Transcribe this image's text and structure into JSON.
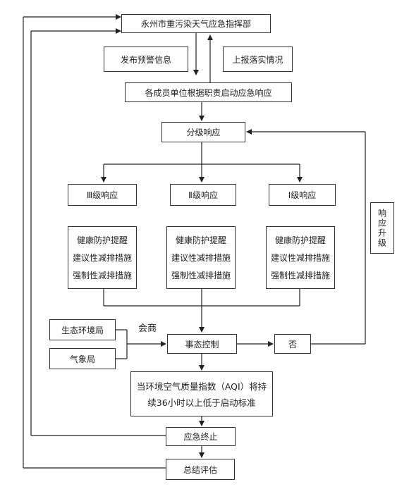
{
  "nodes": {
    "hq": "永州市重污染天气应急指挥部",
    "warning": "发布预警信息",
    "report": "上报落实情况",
    "units": "各成员单位根据职责启动应急响应",
    "grading": "分级响应",
    "level3": "Ⅲ级响应",
    "level2": "Ⅱ级响应",
    "level1": "Ⅰ级响应",
    "measures": [
      "健康防护提醒",
      "建议性减排措施",
      "强制性减排措施"
    ],
    "upgrade": "响应升级",
    "eco": "生态环境局",
    "weather": "气象局",
    "consult": "会商",
    "control": "事态控制",
    "no": "否",
    "condition": [
      "当环境空气质量指数（AQI）将持",
      "续36小时以上低于启动标准"
    ],
    "end": "应急终止",
    "summary": "总结评估"
  }
}
